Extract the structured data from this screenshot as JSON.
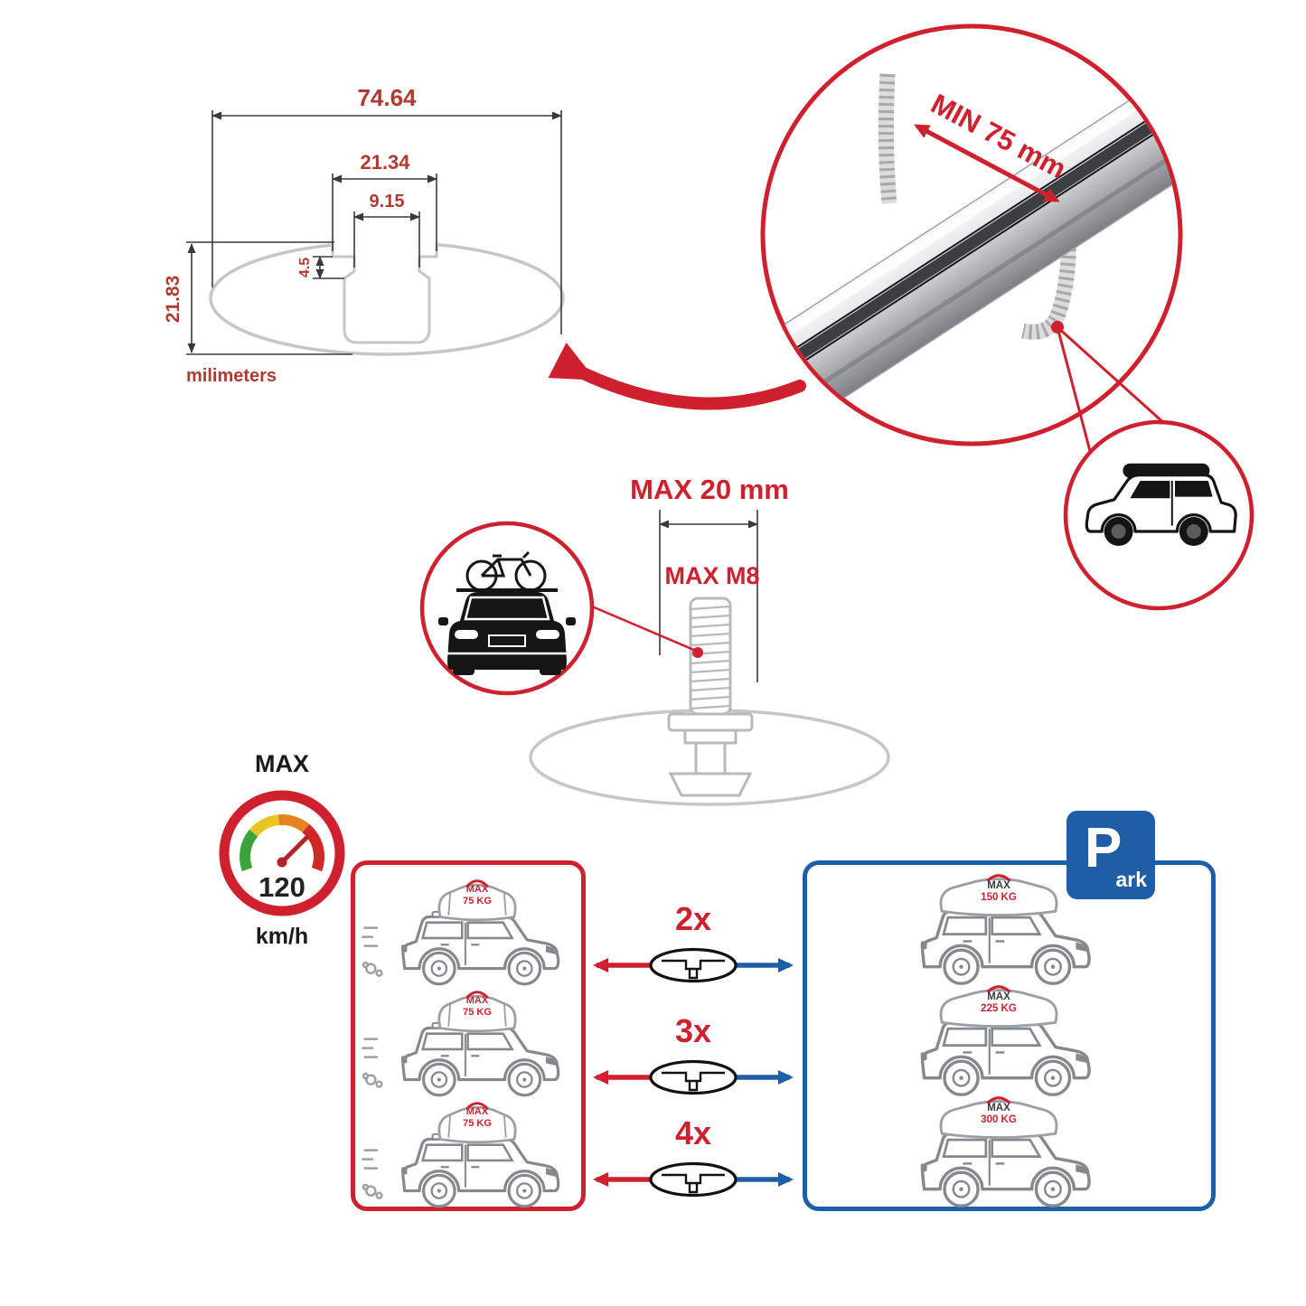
{
  "colors": {
    "accent_red": "#cf202e",
    "accent_blue": "#1d5ea7",
    "drawing_gray": "#c6c6c6",
    "car_line_gray": "#85898d",
    "dimension_red": "#b03a30",
    "ink_black": "#141414"
  },
  "cross_section": {
    "total_width": "74.64",
    "channel_width": "21.34",
    "slot_width": "9.15",
    "slot_depth": "4.5",
    "profile_height": "21.83",
    "units_label": "milimeters"
  },
  "clamp_detail": {
    "min_clearance_label": "MIN 75 mm"
  },
  "bolt_detail": {
    "max_length_label": "MAX 20 mm",
    "max_thread_label": "MAX M8"
  },
  "speed_limit": {
    "label": "MAX",
    "value": "120",
    "unit": "km/h"
  },
  "left_panel": {
    "cars": [
      {
        "load_label": "MAX",
        "load_value": "75 KG"
      },
      {
        "load_label": "MAX",
        "load_value": "75 KG"
      },
      {
        "load_label": "MAX",
        "load_value": "75 KG"
      }
    ]
  },
  "multipliers": [
    {
      "label": "2x"
    },
    {
      "label": "3x"
    },
    {
      "label": "4x"
    }
  ],
  "right_panel": {
    "cars": [
      {
        "load_label": "MAX",
        "load_value": "150 KG"
      },
      {
        "load_label": "MAX",
        "load_value": "225 KG"
      },
      {
        "load_label": "MAX",
        "load_value": "300 KG"
      }
    ]
  },
  "park_sign": {
    "letter": "P",
    "suffix": "ark"
  }
}
